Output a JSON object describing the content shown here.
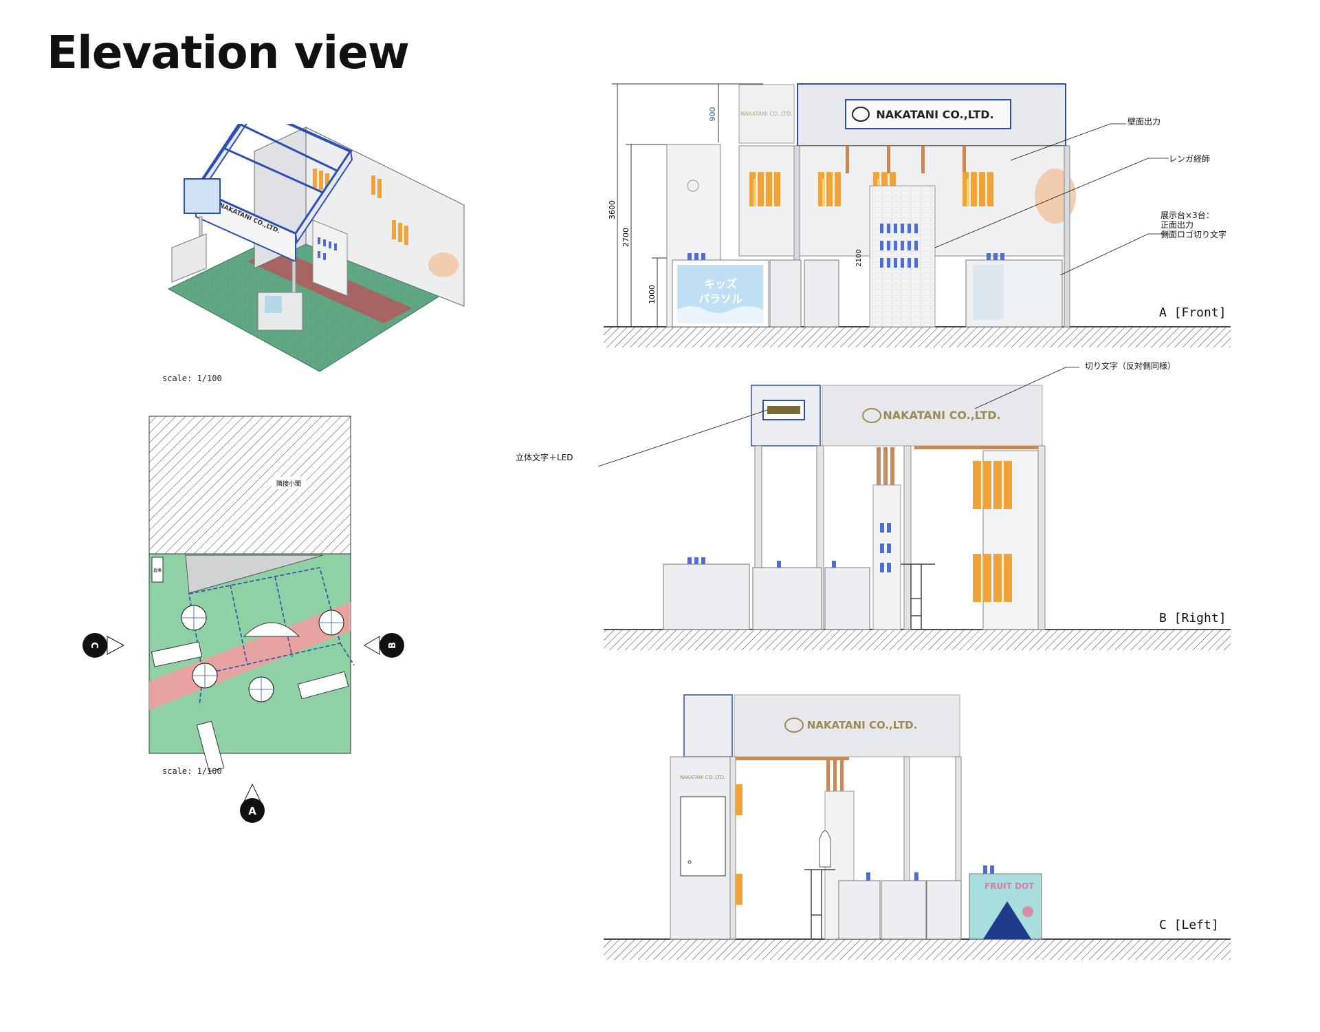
{
  "title": "Elevation view",
  "isometric": {
    "scale": "scale: 1/100",
    "fascia_text": "NAKATANI CO.,LTD."
  },
  "plan": {
    "scale": "scale: 1/100",
    "neighbor_label": "隣接小間",
    "side_label": "倉庫",
    "markers": {
      "a": "A",
      "b": "B",
      "c": "C"
    }
  },
  "dimensions": {
    "d3600": "3600",
    "d2700": "2700",
    "d1000": "1000",
    "d900": "900",
    "d2100": "2100"
  },
  "views": {
    "front": {
      "label": "A [Front]",
      "sign": "NAKATANI CO.,LTD.",
      "side_sign": "NAKATANI CO.,LTD.",
      "panel_text": [
        "キッズ",
        "パラソル"
      ],
      "notes": {
        "wall_print": "壁面出力",
        "brick": "レンガ経師",
        "display": [
          "展示台×3台：",
          "正面出力",
          "側面ロゴ切り文字"
        ]
      }
    },
    "right": {
      "label": "B [Right]",
      "sign": "NAKATANI CO.,LTD.",
      "notes": {
        "cut_letters": "切り文字（反対側同様）",
        "led": "立体文字＋LED"
      }
    },
    "left": {
      "label": "C [Left]",
      "sign": "NAKATANI CO.,LTD.",
      "side_sign": "NAKATANI CO.,LTD.",
      "panel_text": "FRUIT DOT"
    }
  },
  "colors": {
    "frame_blue": "#2d4fb0",
    "floor_green": "#5fa883",
    "plan_green": "#8fd1a4",
    "aisle_pink": "#e7a3a0",
    "umbrella_orange": "#f1a33b",
    "wall_grey": "#e6e8eb",
    "sign_gold": "#9b8a55"
  }
}
